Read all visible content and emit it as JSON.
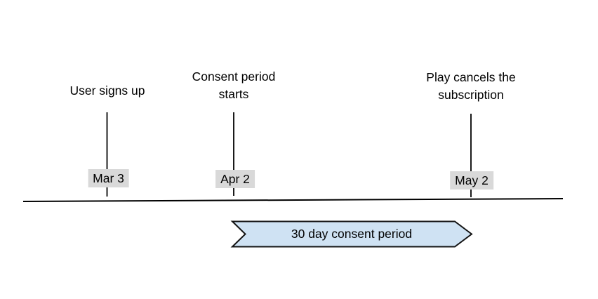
{
  "colors": {
    "background": "#ffffff",
    "line": "#000000",
    "date_chip_bg": "#d9d9d9",
    "banner_fill": "#cfe2f3",
    "banner_stroke": "#141414",
    "text": "#000000"
  },
  "events": [
    {
      "title_lines": [
        "User signs up"
      ],
      "date": "Mar 3"
    },
    {
      "title_lines": [
        "Consent period",
        "starts"
      ],
      "date": "Apr 2"
    },
    {
      "title_lines": [
        "Play cancels the",
        "subscription"
      ],
      "date": "May 2"
    }
  ],
  "banner": {
    "label": "30 day consent period"
  }
}
